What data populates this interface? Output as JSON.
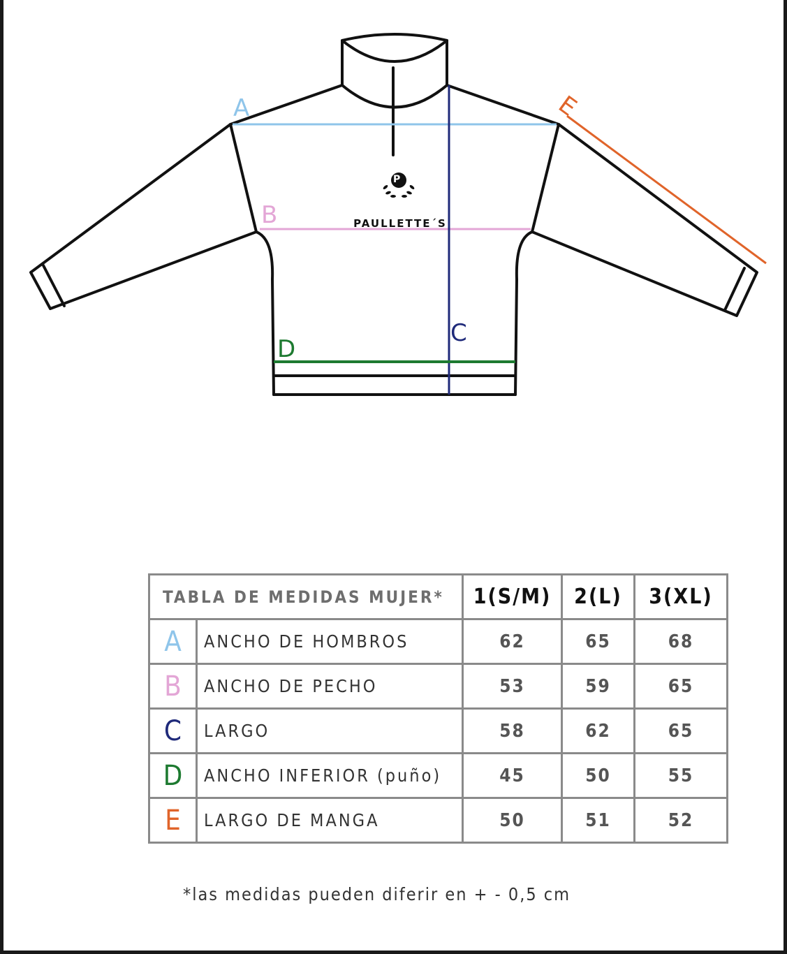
{
  "colors": {
    "A": "#8fc5ea",
    "B": "#e3a6d6",
    "C": "#1f2a7a",
    "D": "#1d7a30",
    "E": "#e0642a",
    "outline": "#111111",
    "grid": "#8a8a8a"
  },
  "diagram": {
    "brand": "PAULLETTE´S",
    "logo_letter": "P",
    "labels": {
      "A": "A",
      "B": "B",
      "C": "C",
      "D": "D",
      "E": "E"
    }
  },
  "table": {
    "title": "TABLA DE MEDIDAS MUJER*",
    "sizes": [
      "1(S/M)",
      "2(L)",
      "3(XL)"
    ],
    "rows": [
      {
        "letter": "A",
        "label": "ANCHO DE HOMBROS",
        "values": [
          "62",
          "65",
          "68"
        ]
      },
      {
        "letter": "B",
        "label": "ANCHO DE PECHO",
        "values": [
          "53",
          "59",
          "65"
        ]
      },
      {
        "letter": "C",
        "label": "LARGO",
        "values": [
          "58",
          "62",
          "65"
        ]
      },
      {
        "letter": "D",
        "label": "ANCHO INFERIOR (puño)",
        "values": [
          "45",
          "50",
          "55"
        ]
      },
      {
        "letter": "E",
        "label": "LARGO DE MANGA",
        "values": [
          "50",
          "51",
          "52"
        ]
      }
    ]
  },
  "footnote": "*las medidas pueden diferir en + - 0,5 cm"
}
